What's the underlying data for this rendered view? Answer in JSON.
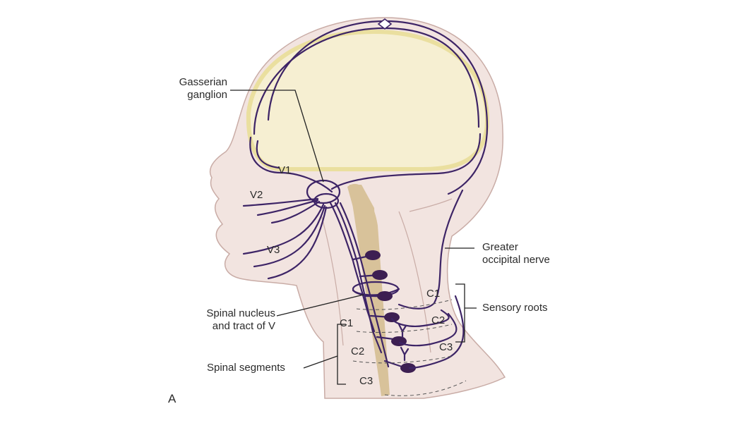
{
  "labels": {
    "gasserian_ganglion_1": "Gasserian",
    "gasserian_ganglion_2": "ganglion",
    "v1": "V1",
    "v2": "V2",
    "v3": "V3",
    "greater_occipital_1": "Greater",
    "greater_occipital_2": "occipital nerve",
    "sensory_roots": "Sensory roots",
    "spinal_nucleus_1": "Spinal nucleus",
    "spinal_nucleus_2": "and tract of V",
    "spinal_segments": "Spinal segments",
    "root_c1": "C1",
    "root_c2": "C2",
    "root_c3": "C3",
    "seg_c1": "C1",
    "seg_c2": "C2",
    "seg_c3": "C3",
    "panel": "A"
  },
  "colors": {
    "skin": "#f2e4e0",
    "skin_outline": "#c9aca6",
    "brain": "#f6efd2",
    "brain_rim": "#eadf9f",
    "nerve": "#3d2466",
    "spinal_column": "#d8c29a",
    "neuron": "#3d1f52",
    "leader": "#222222"
  }
}
